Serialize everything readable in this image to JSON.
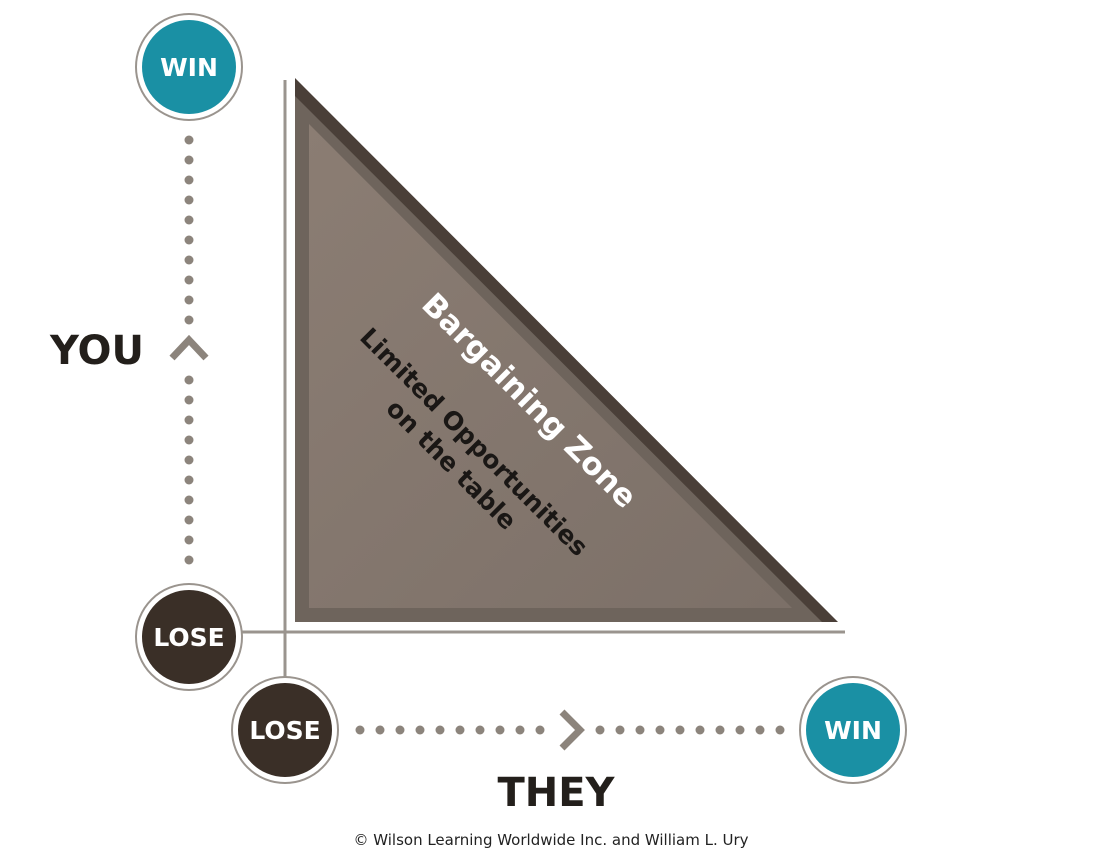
{
  "diagram": {
    "you_axis": {
      "label": "YOU",
      "top": "WIN",
      "bottom": "LOSE"
    },
    "they_axis": {
      "label": "THEY",
      "left": "LOSE",
      "right": "WIN"
    },
    "zone": {
      "title": "Bargaining Zone",
      "line1": "Limited Opportunities",
      "line2": "on the table"
    },
    "copyright": "© Wilson Learning Worldwide Inc. and William L. Ury"
  },
  "colors": {
    "win": "#1a90a4",
    "lose": "#3a2f27",
    "triangle_outer": "#5a4f47",
    "triangle_inner": "#8a7c72",
    "dots": "#8c847c"
  }
}
